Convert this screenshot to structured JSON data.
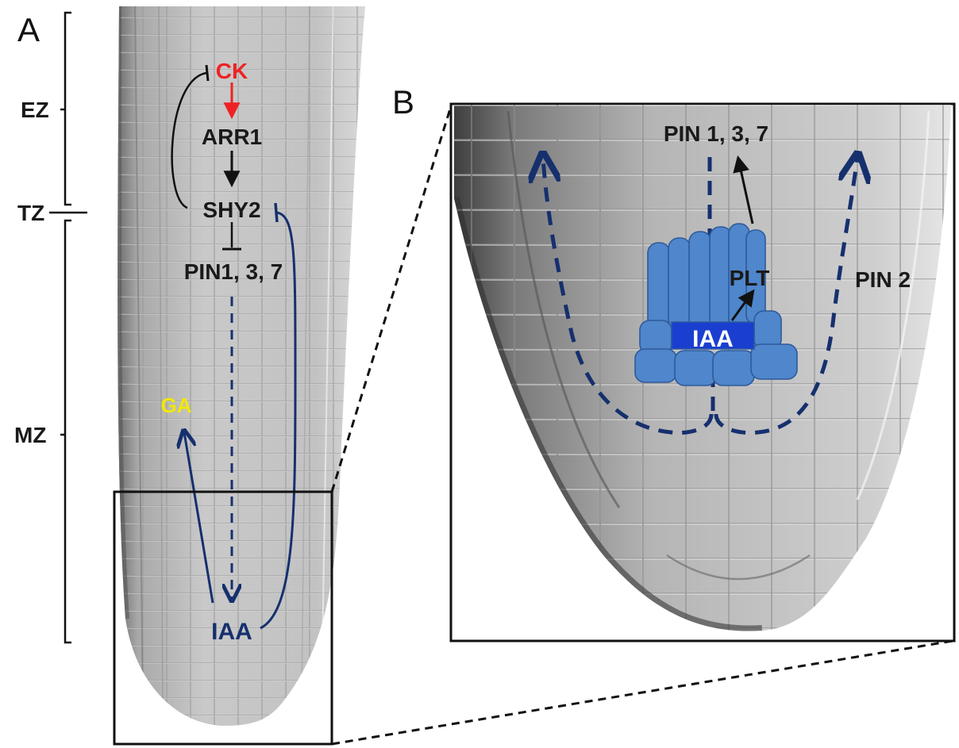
{
  "panels": {
    "a": "A",
    "b": "B"
  },
  "zones": {
    "ez": "EZ",
    "tz": "TZ",
    "mz": "MZ"
  },
  "panel_a": {
    "ck": "CK",
    "arr1": "ARR1",
    "shy2": "SHY2",
    "pin": "PIN1, 3, 7",
    "ga": "GA",
    "iaa": "IAA"
  },
  "panel_b": {
    "pin137": "PIN 1, 3, 7",
    "plt": "PLT",
    "pin2": "PIN 2",
    "iaa": "IAA"
  },
  "colors": {
    "ck": "#ee2222",
    "ga": "#f2e800",
    "auxin_blue": "#16306e",
    "cells": "#4f86cc",
    "iaa_cell": "#1a3fd0"
  }
}
